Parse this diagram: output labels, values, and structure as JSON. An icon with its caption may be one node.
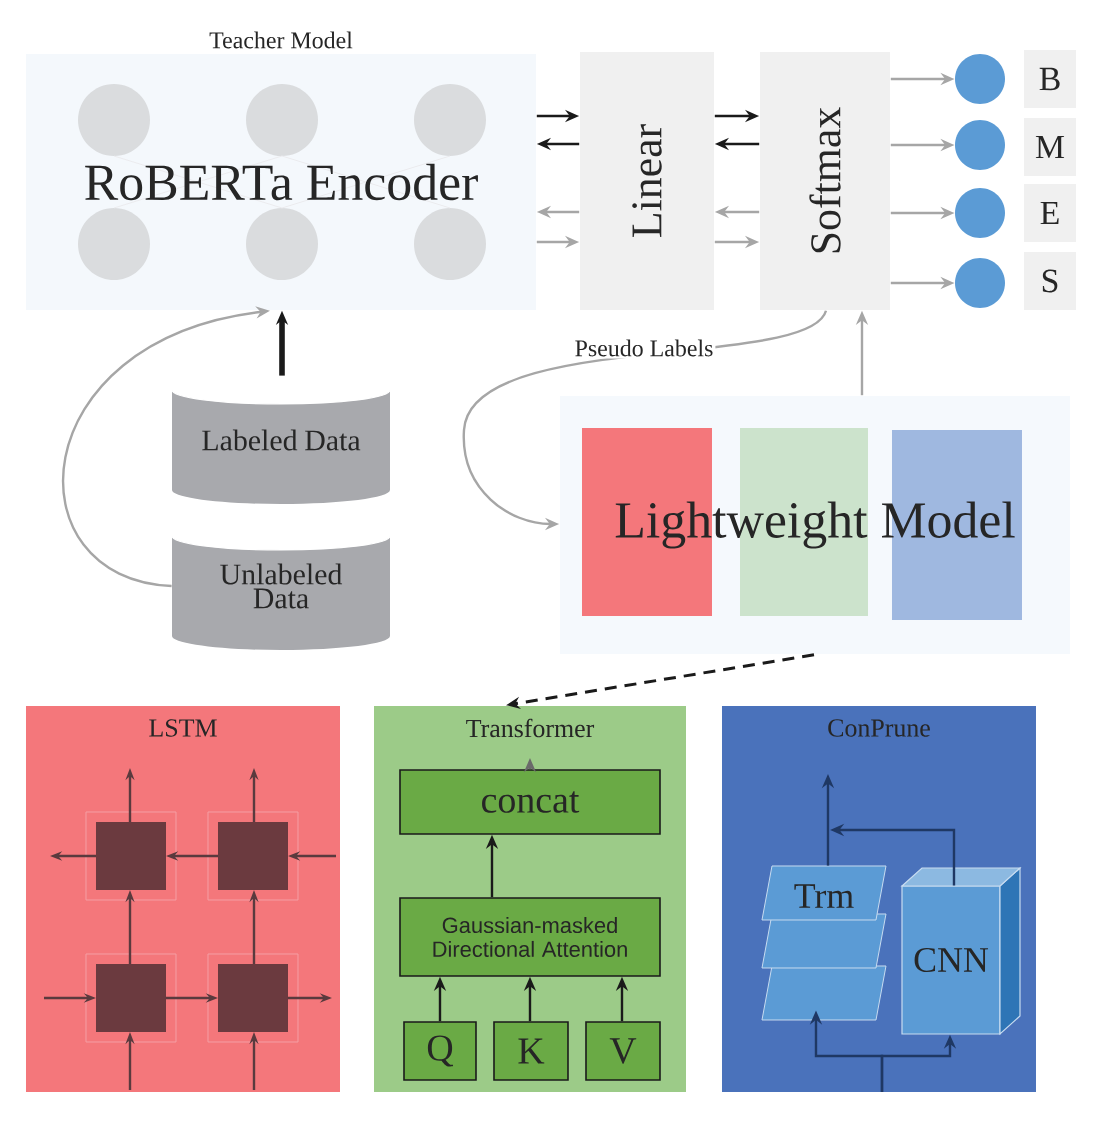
{
  "diagram": {
    "nodes": [
      {
        "text": [
          "Teacher Model",
          "RoBERTa Encoder"
        ]
      },
      {
        "text": [
          "Linear"
        ]
      },
      {
        "text": [
          "Softmax"
        ]
      },
      {
        "text": [],
        "shape": "circle"
      },
      {
        "text": [],
        "shape": "circle"
      },
      {
        "text": [],
        "shape": "circle"
      },
      {
        "text": [],
        "shape": "circle"
      },
      {
        "text": [
          "B"
        ]
      },
      {
        "text": [
          "M"
        ]
      },
      {
        "text": [
          "E"
        ]
      },
      {
        "text": [
          "S"
        ]
      },
      {
        "text": [
          "Labeled Data"
        ]
      },
      {
        "text": [
          "Unlabeled Data"
        ]
      },
      {
        "text": [
          "Lightweight Model"
        ]
      },
      {
        "text": [
          "LSTM"
        ]
      },
      {
        "text": [
          "Transformer"
        ]
      },
      {
        "text": [
          "concat"
        ],
        "in": 15
      },
      {
        "text": [
          "Gaussian-masked Directional Attention"
        ],
        "in": 15
      },
      {
        "text": [
          "Q"
        ],
        "in": 15
      },
      {
        "text": [
          "K"
        ],
        "in": 15
      },
      {
        "text": [
          "V"
        ],
        "in": 15
      },
      {
        "text": [
          "ConPrune"
        ]
      },
      {
        "text": [
          "Trm"
        ],
        "in": 21
      },
      {
        "text": [
          "CNN"
        ],
        "in": 21
      }
    ],
    "edges": [
      {
        "from": 0,
        "to": 1,
        "arrow": "to",
        "color": "#1a1a1a"
      },
      {
        "from": 1,
        "to": 0,
        "arrow": "to",
        "color": "#1a1a1a"
      },
      {
        "from": 1,
        "to": 0,
        "arrow": "to"
      },
      {
        "from": 0,
        "to": 1,
        "arrow": "to"
      },
      {
        "from": 1,
        "to": 2,
        "arrow": "to",
        "color": "#1a1a1a"
      },
      {
        "from": 2,
        "to": 1,
        "arrow": "to",
        "color": "#1a1a1a"
      },
      {
        "from": 2,
        "to": 1,
        "arrow": "to"
      },
      {
        "from": 1,
        "to": 2,
        "arrow": "to"
      },
      {
        "from": 2,
        "to": 3,
        "arrow": "to"
      },
      {
        "from": 2,
        "to": 4,
        "arrow": "to"
      },
      {
        "from": 2,
        "to": 5,
        "arrow": "to"
      },
      {
        "from": 2,
        "to": 6,
        "arrow": "to"
      },
      {
        "from": 11,
        "to": 0,
        "arrow": "to",
        "style": "thick",
        "color": "#1a1a1a"
      },
      {
        "from": 12,
        "to": 0,
        "arrow": "to"
      },
      {
        "from": 2,
        "to": 13,
        "arrow": "to",
        "label": "Pseudo Labels"
      },
      {
        "from": 13,
        "to": 2,
        "arrow": "to"
      },
      {
        "from": 13,
        "to": 15,
        "arrow": "to",
        "style": "dashed",
        "color": "#1a1a1a"
      },
      {
        "from": 17,
        "to": 16,
        "arrow": "to",
        "color": "#1a1a1a"
      },
      {
        "from": 18,
        "to": 17,
        "arrow": "to",
        "color": "#1a1a1a"
      },
      {
        "from": 19,
        "to": 17,
        "arrow": "to",
        "color": "#1a1a1a"
      },
      {
        "from": 20,
        "to": 17,
        "arrow": "to",
        "color": "#1a1a1a"
      },
      {
        "from": 16,
        "to": null,
        "arrow": "to",
        "color": "#6a6a6a"
      },
      {
        "from": 22,
        "to": null,
        "arrow": "to",
        "color": "#1f3864"
      },
      {
        "from": 23,
        "to": null,
        "arrow": "to",
        "color": "#1f3864"
      },
      {
        "from": null,
        "to": 22,
        "arrow": "to",
        "color": "#1f3864"
      },
      {
        "from": null,
        "to": 23,
        "arrow": "to",
        "color": "#1f3864"
      }
    ]
  }
}
